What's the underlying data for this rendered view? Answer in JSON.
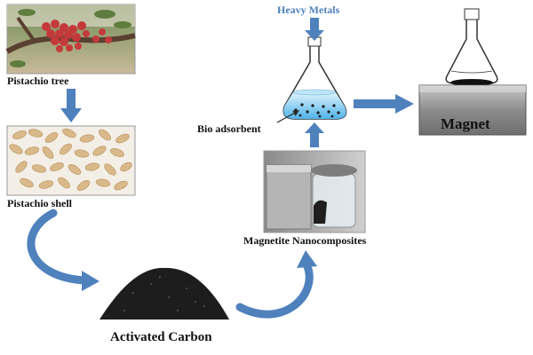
{
  "labels": {
    "pistachio_tree": "Pistachio tree",
    "pistachio_shell": "Pistachio shell",
    "activated_carbon": "Activated Carbon",
    "magnetite_nanocomposites": "Magnetite Nanocomposites",
    "bio_adsorbent": "Bio adsorbent",
    "heavy_metals": "Heavy Metals",
    "magnet": "Magnet"
  },
  "colors": {
    "arrow": "#4f81bd",
    "heavy_metals_text": "#4f81bd",
    "liquid": "#9dd7f5",
    "magnet_block": "#9a9a9a"
  },
  "photos": {
    "pistachio_tree": "pistachio-tree-photo",
    "pistachio_shell": "pistachio-shell-photo",
    "activated_carbon": "activated-carbon-photo",
    "magnetite_nanocomposites": "magnetite-jar-photo"
  }
}
